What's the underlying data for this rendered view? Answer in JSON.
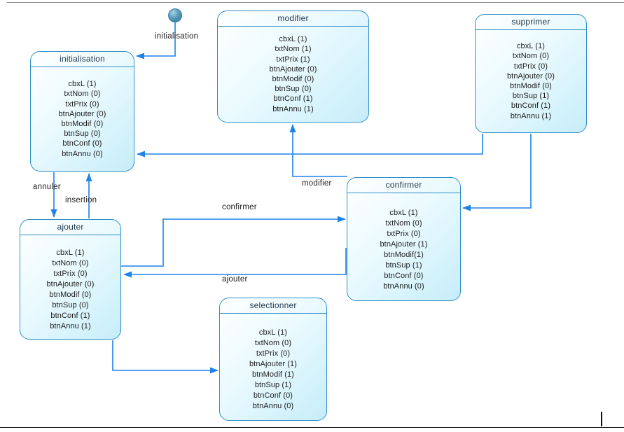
{
  "colors": {
    "box_border": "#2e8fc6",
    "box_fill_light": "#ffffff",
    "box_fill_cyan": "#c6edf9",
    "arrow": "#1e82e8",
    "text": "#1c1c1c"
  },
  "initial_state": {
    "label": "initialisation"
  },
  "states": [
    {
      "id": "initialisation",
      "title": "initialisation",
      "items": [
        "cbxL (1)",
        "txtNom (0)",
        "txtPrix (0)",
        "btnAjouter (0)",
        "btnModif (0)",
        "btnSup (0)",
        "btnConf (0)",
        "btnAnnu (0)"
      ]
    },
    {
      "id": "modifier",
      "title": "modifier",
      "items": [
        "cbxL (1)",
        "txtNom (1)",
        "txtPrix (1)",
        "btnAjouter (0)",
        "btnModif (0)",
        "btnSup (0)",
        "btnConf (1)",
        "btnAnnu (1)"
      ]
    },
    {
      "id": "supprimer",
      "title": "supprimer",
      "items": [
        "cbxL (1)",
        "txtNom (0)",
        "txtPrix (0)",
        "btnAjouter (0)",
        "btnModif (0)",
        "btnSup (1)",
        "btnConf (1)",
        "btnAnnu (1)"
      ]
    },
    {
      "id": "ajouter",
      "title": "ajouter",
      "items": [
        "cbxL (1)",
        "txtNom (0)",
        "txtPrix (0)",
        "btnAjouter (0)",
        "btnModif (0)",
        "btnSup (0)",
        "btnConf (1)",
        "btnAnnu (1)"
      ]
    },
    {
      "id": "confirmer",
      "title": "confirmer",
      "items": [
        "cbxL (1)",
        "txtNom (0)",
        "txtPrix (0)",
        "btnAjouter (1)",
        "btnModif(1)",
        "btnSup (1)",
        "btnConf (0)",
        "btnAnnu (0)"
      ]
    },
    {
      "id": "selectionner",
      "title": "selectionner",
      "items": [
        "cbxL (1)",
        "txtNom (0)",
        "txtPrix (0)",
        "btnAjouter (1)",
        "btnModif (1)",
        "btnSup (1)",
        "btnConf (0)",
        "btnAnnu (0)"
      ]
    }
  ],
  "transition_labels": {
    "initial": "initialisation",
    "annuler": "annuler",
    "insertion": "insertion",
    "modifier": "modifier",
    "confirmer": "confirmer",
    "ajouter": "ajouter"
  }
}
